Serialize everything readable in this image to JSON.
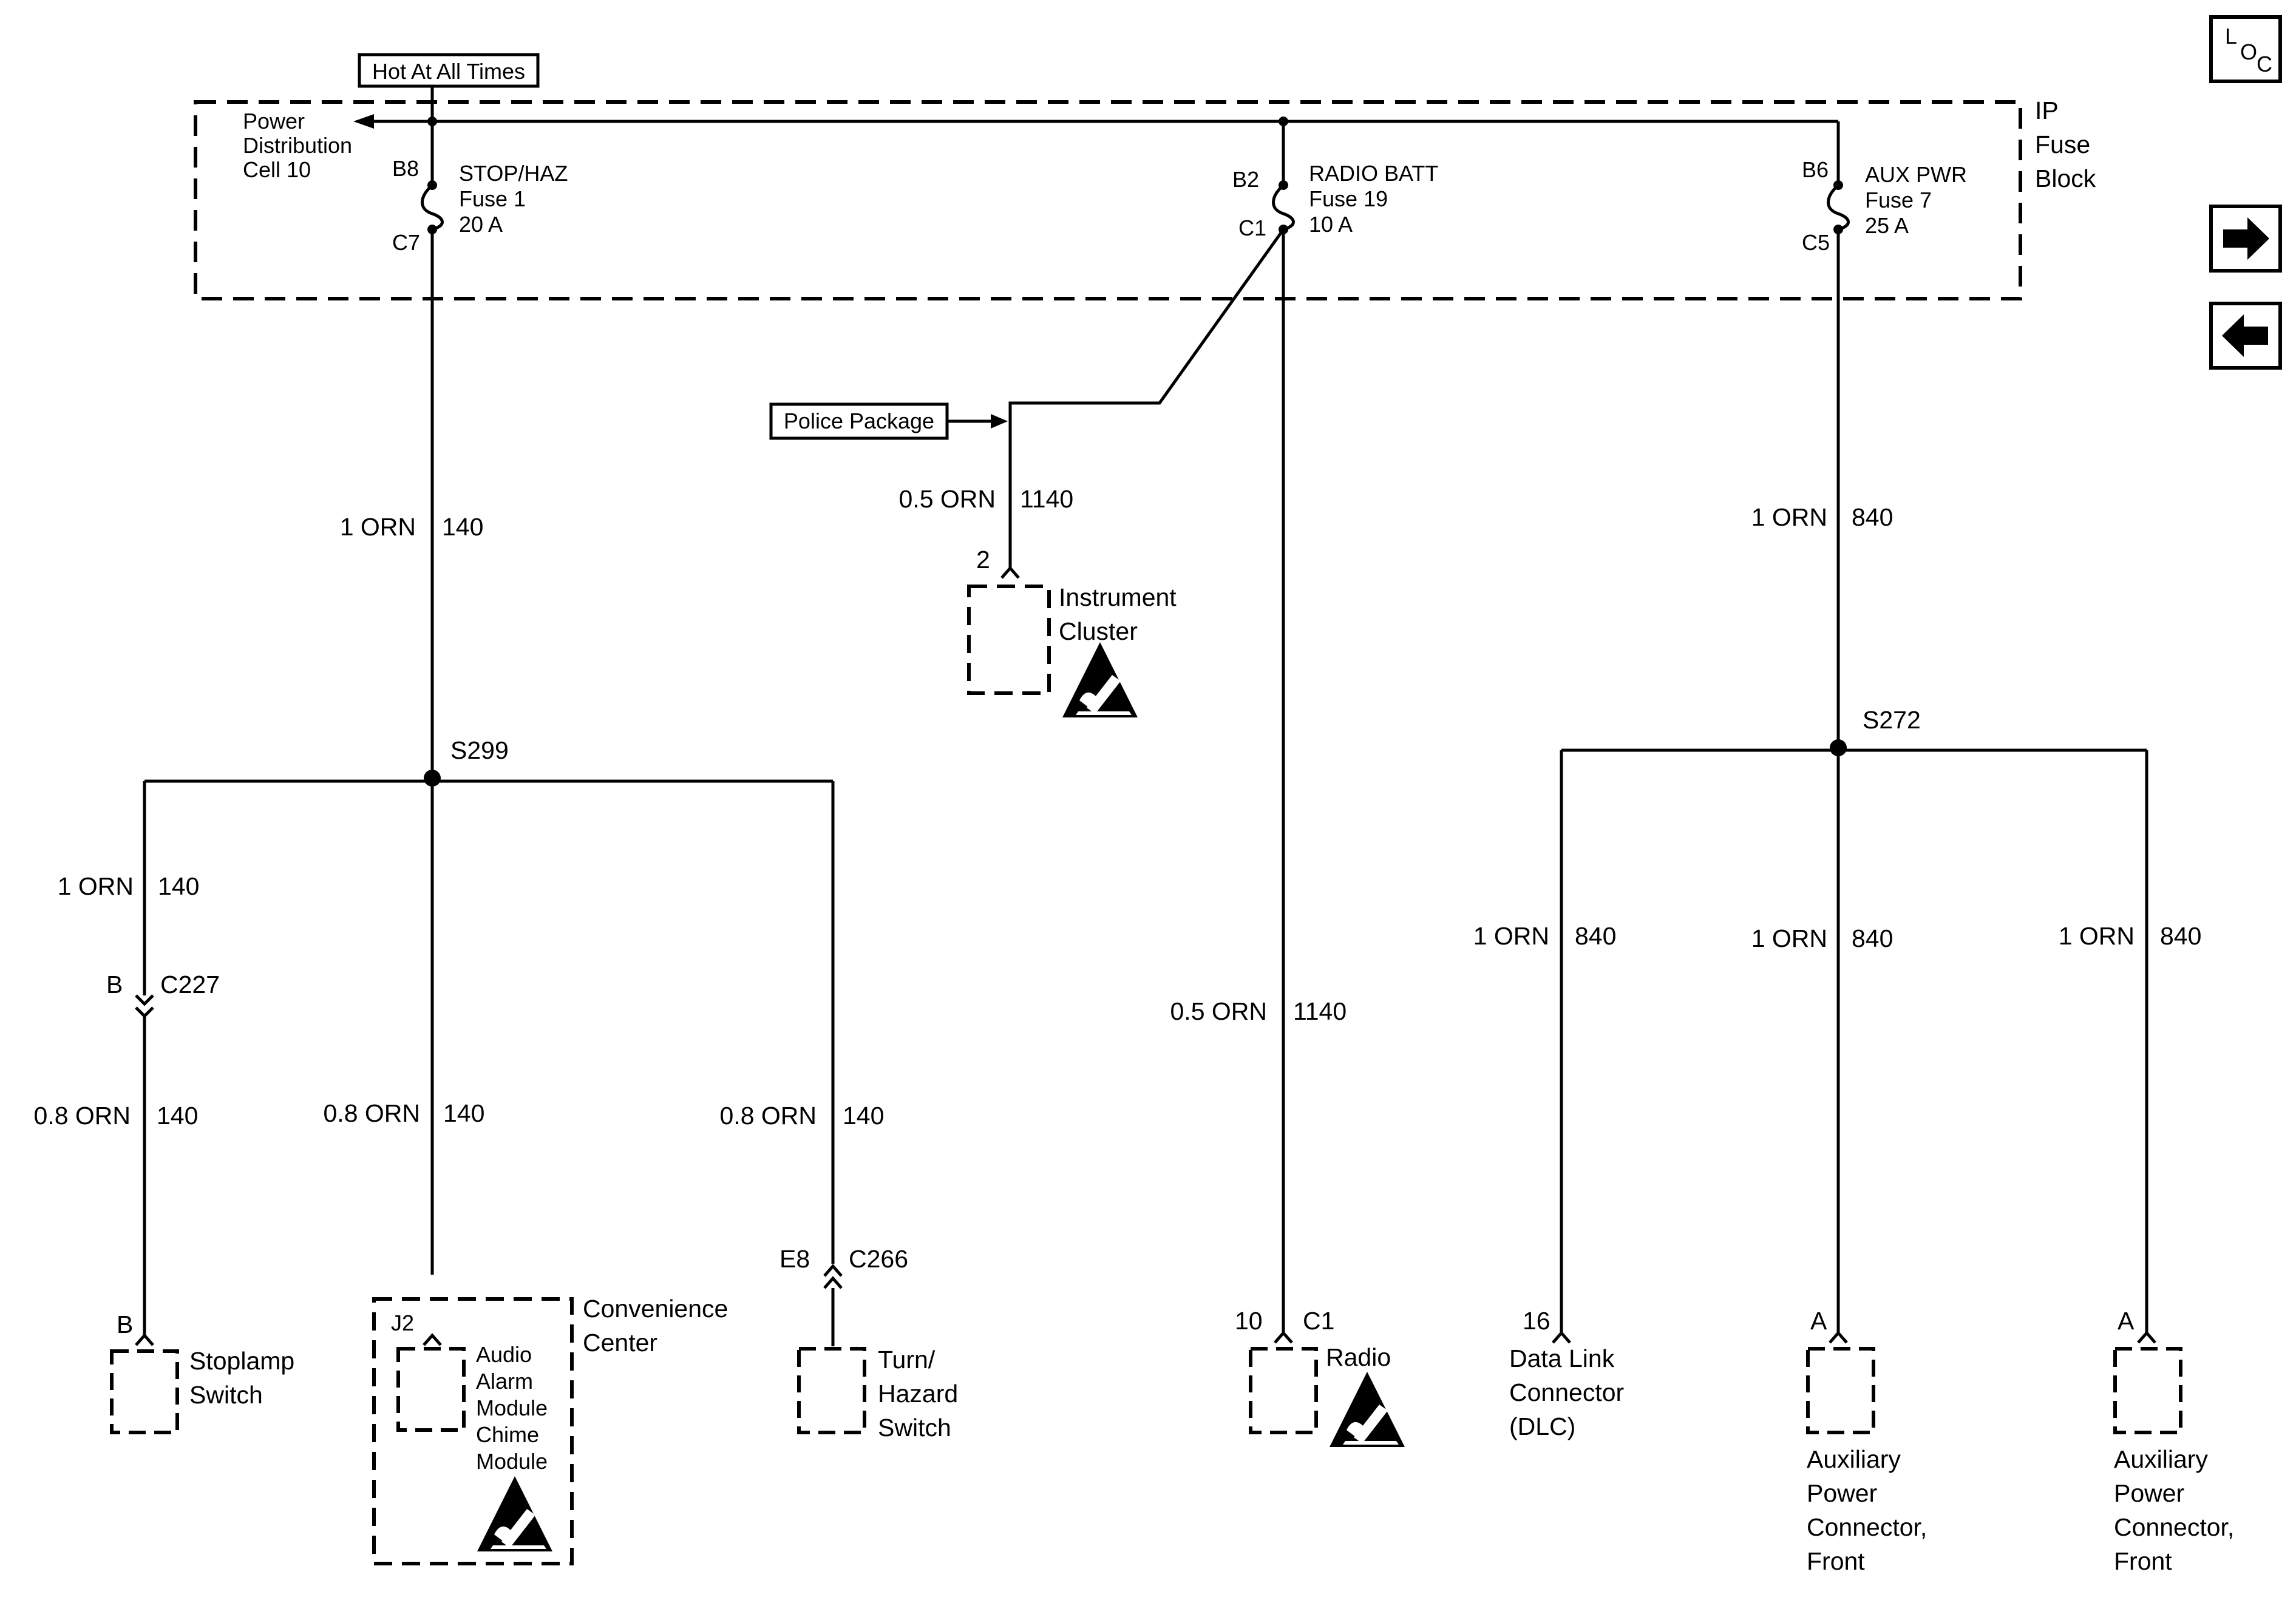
{
  "colors": {
    "line": "#000000",
    "background": "#ffffff"
  },
  "nav": {
    "loc_l": "L",
    "loc_o": "O",
    "loc_c": "C"
  },
  "fuse_block": {
    "source_label": "Hot At All Times",
    "name_line1": "IP",
    "name_line2": "Fuse",
    "name_line3": "Block",
    "pdc_line1": "Power",
    "pdc_line2": "Distribution",
    "pdc_line3": "Cell 10",
    "fuses": [
      {
        "in_pin": "B8",
        "out_pin": "C7",
        "name": "STOP/HAZ",
        "fuse": "Fuse 1",
        "rating": "20 A"
      },
      {
        "in_pin": "B2",
        "out_pin": "C1",
        "name": "RADIO BATT",
        "fuse": "Fuse 19",
        "rating": "10 A"
      },
      {
        "in_pin": "B6",
        "out_pin": "C5",
        "name": "AUX PWR",
        "fuse": "Fuse 7",
        "rating": "25 A"
      }
    ]
  },
  "police_package": "Police Package",
  "wires": {
    "w140_main": {
      "size": "1 ORN",
      "circuit": "140"
    },
    "w1140_cluster": {
      "size": "0.5 ORN",
      "circuit": "1140"
    },
    "w840_main": {
      "size": "1 ORN",
      "circuit": "840"
    },
    "w140_a1": {
      "size": "1 ORN",
      "circuit": "140"
    },
    "w140_a2": {
      "size": "0.8 ORN",
      "circuit": "140"
    },
    "w140_b": {
      "size": "0.8 ORN",
      "circuit": "140"
    },
    "w140_c": {
      "size": "0.8 ORN",
      "circuit": "140"
    },
    "w1140_radio": {
      "size": "0.5 ORN",
      "circuit": "1140"
    },
    "w840_a": {
      "size": "1 ORN",
      "circuit": "840"
    },
    "w840_b": {
      "size": "1 ORN",
      "circuit": "840"
    },
    "w840_c": {
      "size": "1 ORN",
      "circuit": "840"
    }
  },
  "splices": {
    "s299": "S299",
    "s272": "S272"
  },
  "inline_connectors": {
    "c227": {
      "pin": "B",
      "name": "C227"
    },
    "c266": {
      "pin": "E8",
      "name": "C266"
    }
  },
  "components": {
    "cluster": {
      "pin": "2",
      "line1": "Instrument",
      "line2": "Cluster"
    },
    "stoplamp": {
      "pin": "B",
      "line1": "Stoplamp",
      "line2": "Switch"
    },
    "convenience": {
      "pin": "J2",
      "line1": "Convenience",
      "line2": "Center",
      "inner1": "Audio",
      "inner2": "Alarm",
      "inner3": "Module",
      "inner4": "Chime",
      "inner5": "Module"
    },
    "turn_hazard": {
      "line1": "Turn/",
      "line2": "Hazard",
      "line3": "Switch"
    },
    "radio": {
      "pin": "10",
      "connector": "C1",
      "line1": "Radio"
    },
    "dlc": {
      "pin": "16",
      "line1": "Data Link",
      "line2": "Connector",
      "line3": "(DLC)"
    },
    "aux_front_1": {
      "pin": "A",
      "line1": "Auxiliary",
      "line2": "Power",
      "line3": "Connector,",
      "line4": "Front"
    },
    "aux_front_2": {
      "pin": "A",
      "line1": "Auxiliary",
      "line2": "Power",
      "line3": "Connector,",
      "line4": "Front"
    }
  }
}
